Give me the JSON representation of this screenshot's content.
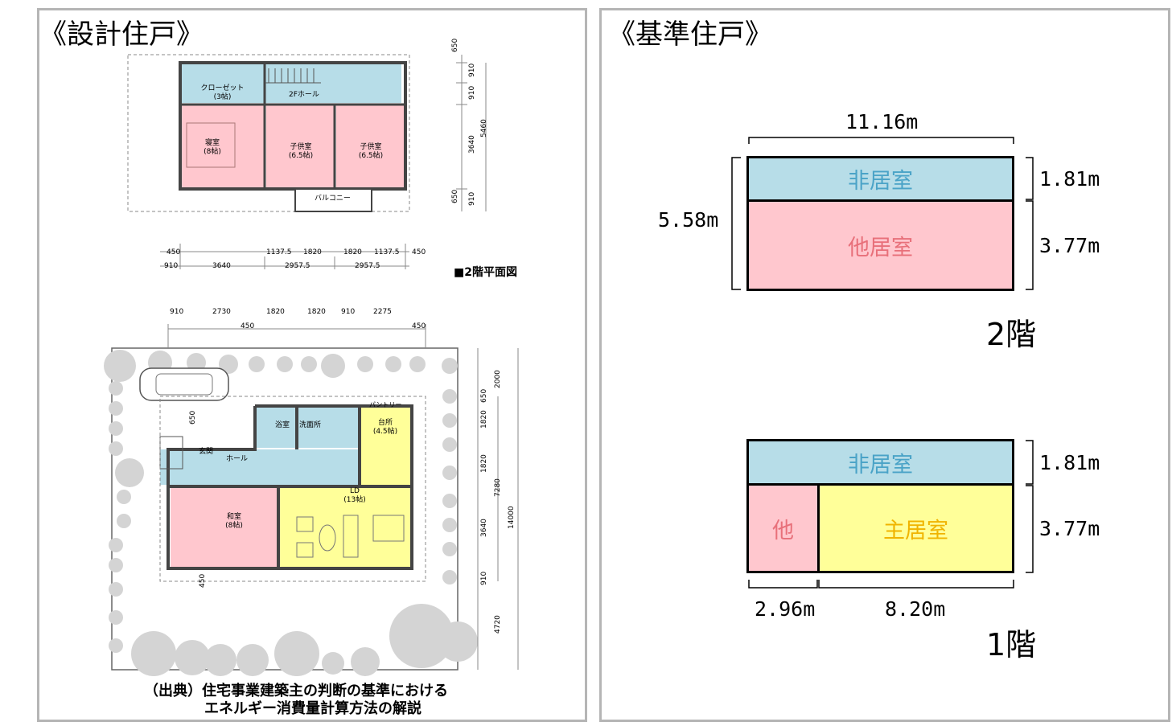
{
  "left_panel": {
    "title": "《設計住戸》",
    "plan2f": {
      "rooms": {
        "closet": "クローゼット",
        "closet_size": "(3帖)",
        "hall2f": "2Fホール",
        "bedroom": "寝室",
        "bedroom_size": "(8帖)",
        "kids1": "子供室",
        "kids1_size": "(6.5帖)",
        "kids2": "子供室",
        "kids2_size": "(6.5帖)",
        "balcony": "バルコニー"
      },
      "dims_right": [
        "650",
        "910",
        "910",
        "3640",
        "650",
        "910"
      ],
      "dim_right_total": "5460",
      "dims_bottom_row1": [
        "450",
        "1137.5",
        "1820",
        "1820",
        "1137.5",
        "450"
      ],
      "dims_bottom_row2": [
        "910",
        "3640",
        "2957.5",
        "2957.5"
      ],
      "caption": "■2階平面図"
    },
    "plan1f": {
      "dims_top": [
        "910",
        "2730",
        "1820",
        "1820",
        "910",
        "2275"
      ],
      "dims_top_sub": [
        "450",
        "450"
      ],
      "rooms": {
        "bath": "浴室",
        "washroom": "洗面所",
        "pantry": "パントリー",
        "kitchen": "台所",
        "kitchen_size": "(4.5帖)",
        "entrance": "玄関",
        "hall": "ホール",
        "ld": "LD",
        "ld_size": "(13帖)",
        "washitsu": "和室",
        "washitsu_size": "(8帖)"
      },
      "dims_right": [
        "2000",
        "650",
        "1820",
        "1820",
        "3640",
        "910",
        "4720"
      ],
      "dim_right_mid": "7280",
      "dim_right_total": "14000",
      "dim_left_650": "650",
      "dim_bottom_450": "450"
    },
    "source_line1": "（出典）住宅事業建築主の判断の基準における",
    "source_line2": "エネルギー消費量計算方法の解説"
  },
  "right_panel": {
    "title": "《基準住戸》",
    "floor2": {
      "width": "11.16m",
      "depth_total": "5.58m",
      "row1_height": "1.81m",
      "row2_height": "3.77m",
      "non_living": "非居室",
      "other_living": "他居室",
      "label": "2階"
    },
    "floor1": {
      "row1_height": "1.81m",
      "row2_height": "3.77m",
      "non_living": "非居室",
      "other": "他",
      "main_living": "主居室",
      "width_other": "2.96m",
      "width_main": "8.20m",
      "label": "1階"
    },
    "colors": {
      "non_living": "#b7dde8",
      "other_living": "#ffc7ce",
      "main_living": "#ffff99",
      "non_living_text": "#4aa3c7",
      "other_living_text": "#e8707a",
      "main_living_text": "#f0b400"
    }
  }
}
